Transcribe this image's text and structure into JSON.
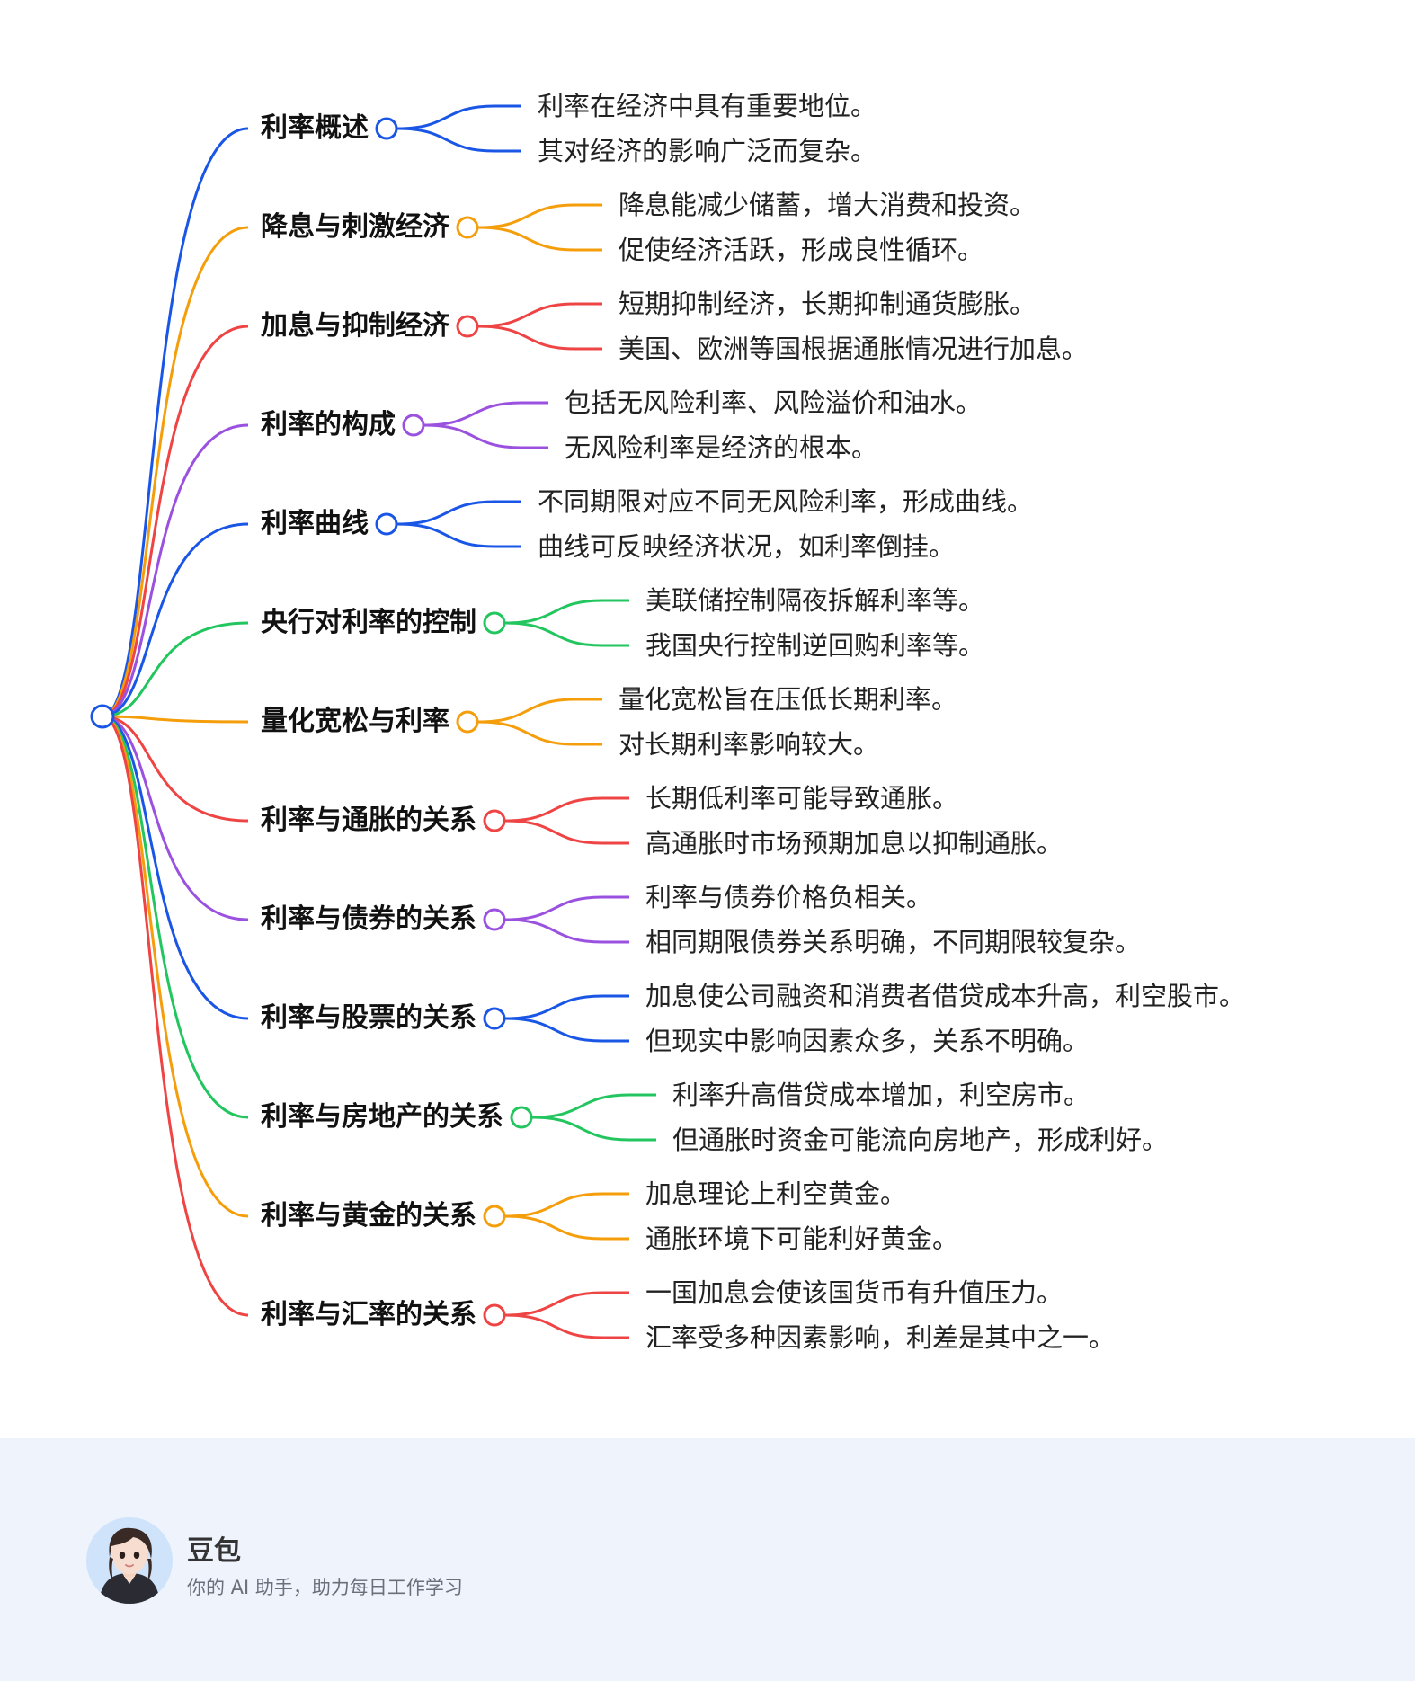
{
  "mindmap": {
    "branches": [
      {
        "label": "利率概述",
        "color": "#1a56e6",
        "children": [
          "利率在经济中具有重要地位。",
          "其对经济的影响广泛而复杂。"
        ]
      },
      {
        "label": "降息与刺激经济",
        "color": "#f59e0b",
        "children": [
          "降息能减少储蓄，增大消费和投资。",
          "促使经济活跃，形成良性循环。"
        ]
      },
      {
        "label": "加息与抑制经济",
        "color": "#ef4444",
        "children": [
          "短期抑制经济，长期抑制通货膨胀。",
          "美国、欧洲等国根据通胀情况进行加息。"
        ]
      },
      {
        "label": "利率的构成",
        "color": "#9b51e0",
        "children": [
          "包括无风险利率、风险溢价和油水。",
          "无风险利率是经济的根本。"
        ]
      },
      {
        "label": "利率曲线",
        "color": "#1a56e6",
        "children": [
          "不同期限对应不同无风险利率，形成曲线。",
          "曲线可反映经济状况，如利率倒挂。"
        ]
      },
      {
        "label": "央行对利率的控制",
        "color": "#22c55e",
        "children": [
          "美联储控制隔夜拆解利率等。",
          "我国央行控制逆回购利率等。"
        ]
      },
      {
        "label": "量化宽松与利率",
        "color": "#f59e0b",
        "children": [
          "量化宽松旨在压低长期利率。",
          "对长期利率影响较大。"
        ]
      },
      {
        "label": "利率与通胀的关系",
        "color": "#ef4444",
        "children": [
          "长期低利率可能导致通胀。",
          "高通胀时市场预期加息以抑制通胀。"
        ]
      },
      {
        "label": "利率与债券的关系",
        "color": "#9b51e0",
        "children": [
          "利率与债券价格负相关。",
          "相同期限债券关系明确，不同期限较复杂。"
        ]
      },
      {
        "label": "利率与股票的关系",
        "color": "#1a56e6",
        "children": [
          "加息使公司融资和消费者借贷成本升高，利空股市。",
          "但现实中影响因素众多，关系不明确。"
        ]
      },
      {
        "label": "利率与房地产的关系",
        "color": "#22c55e",
        "children": [
          "利率升高借贷成本增加，利空房市。",
          "但通胀时资金可能流向房地产，形成利好。"
        ]
      },
      {
        "label": "利率与黄金的关系",
        "color": "#f59e0b",
        "children": [
          "加息理论上利空黄金。",
          "通胀环境下可能利好黄金。"
        ]
      },
      {
        "label": "利率与汇率的关系",
        "color": "#ef4444",
        "children": [
          "一国加息会使该国货币有升值压力。",
          "汇率受多种因素影响，利差是其中之一。"
        ]
      }
    ]
  },
  "footer": {
    "name": "豆包",
    "tagline": "你的 AI 助手，助力每日工作学习"
  }
}
